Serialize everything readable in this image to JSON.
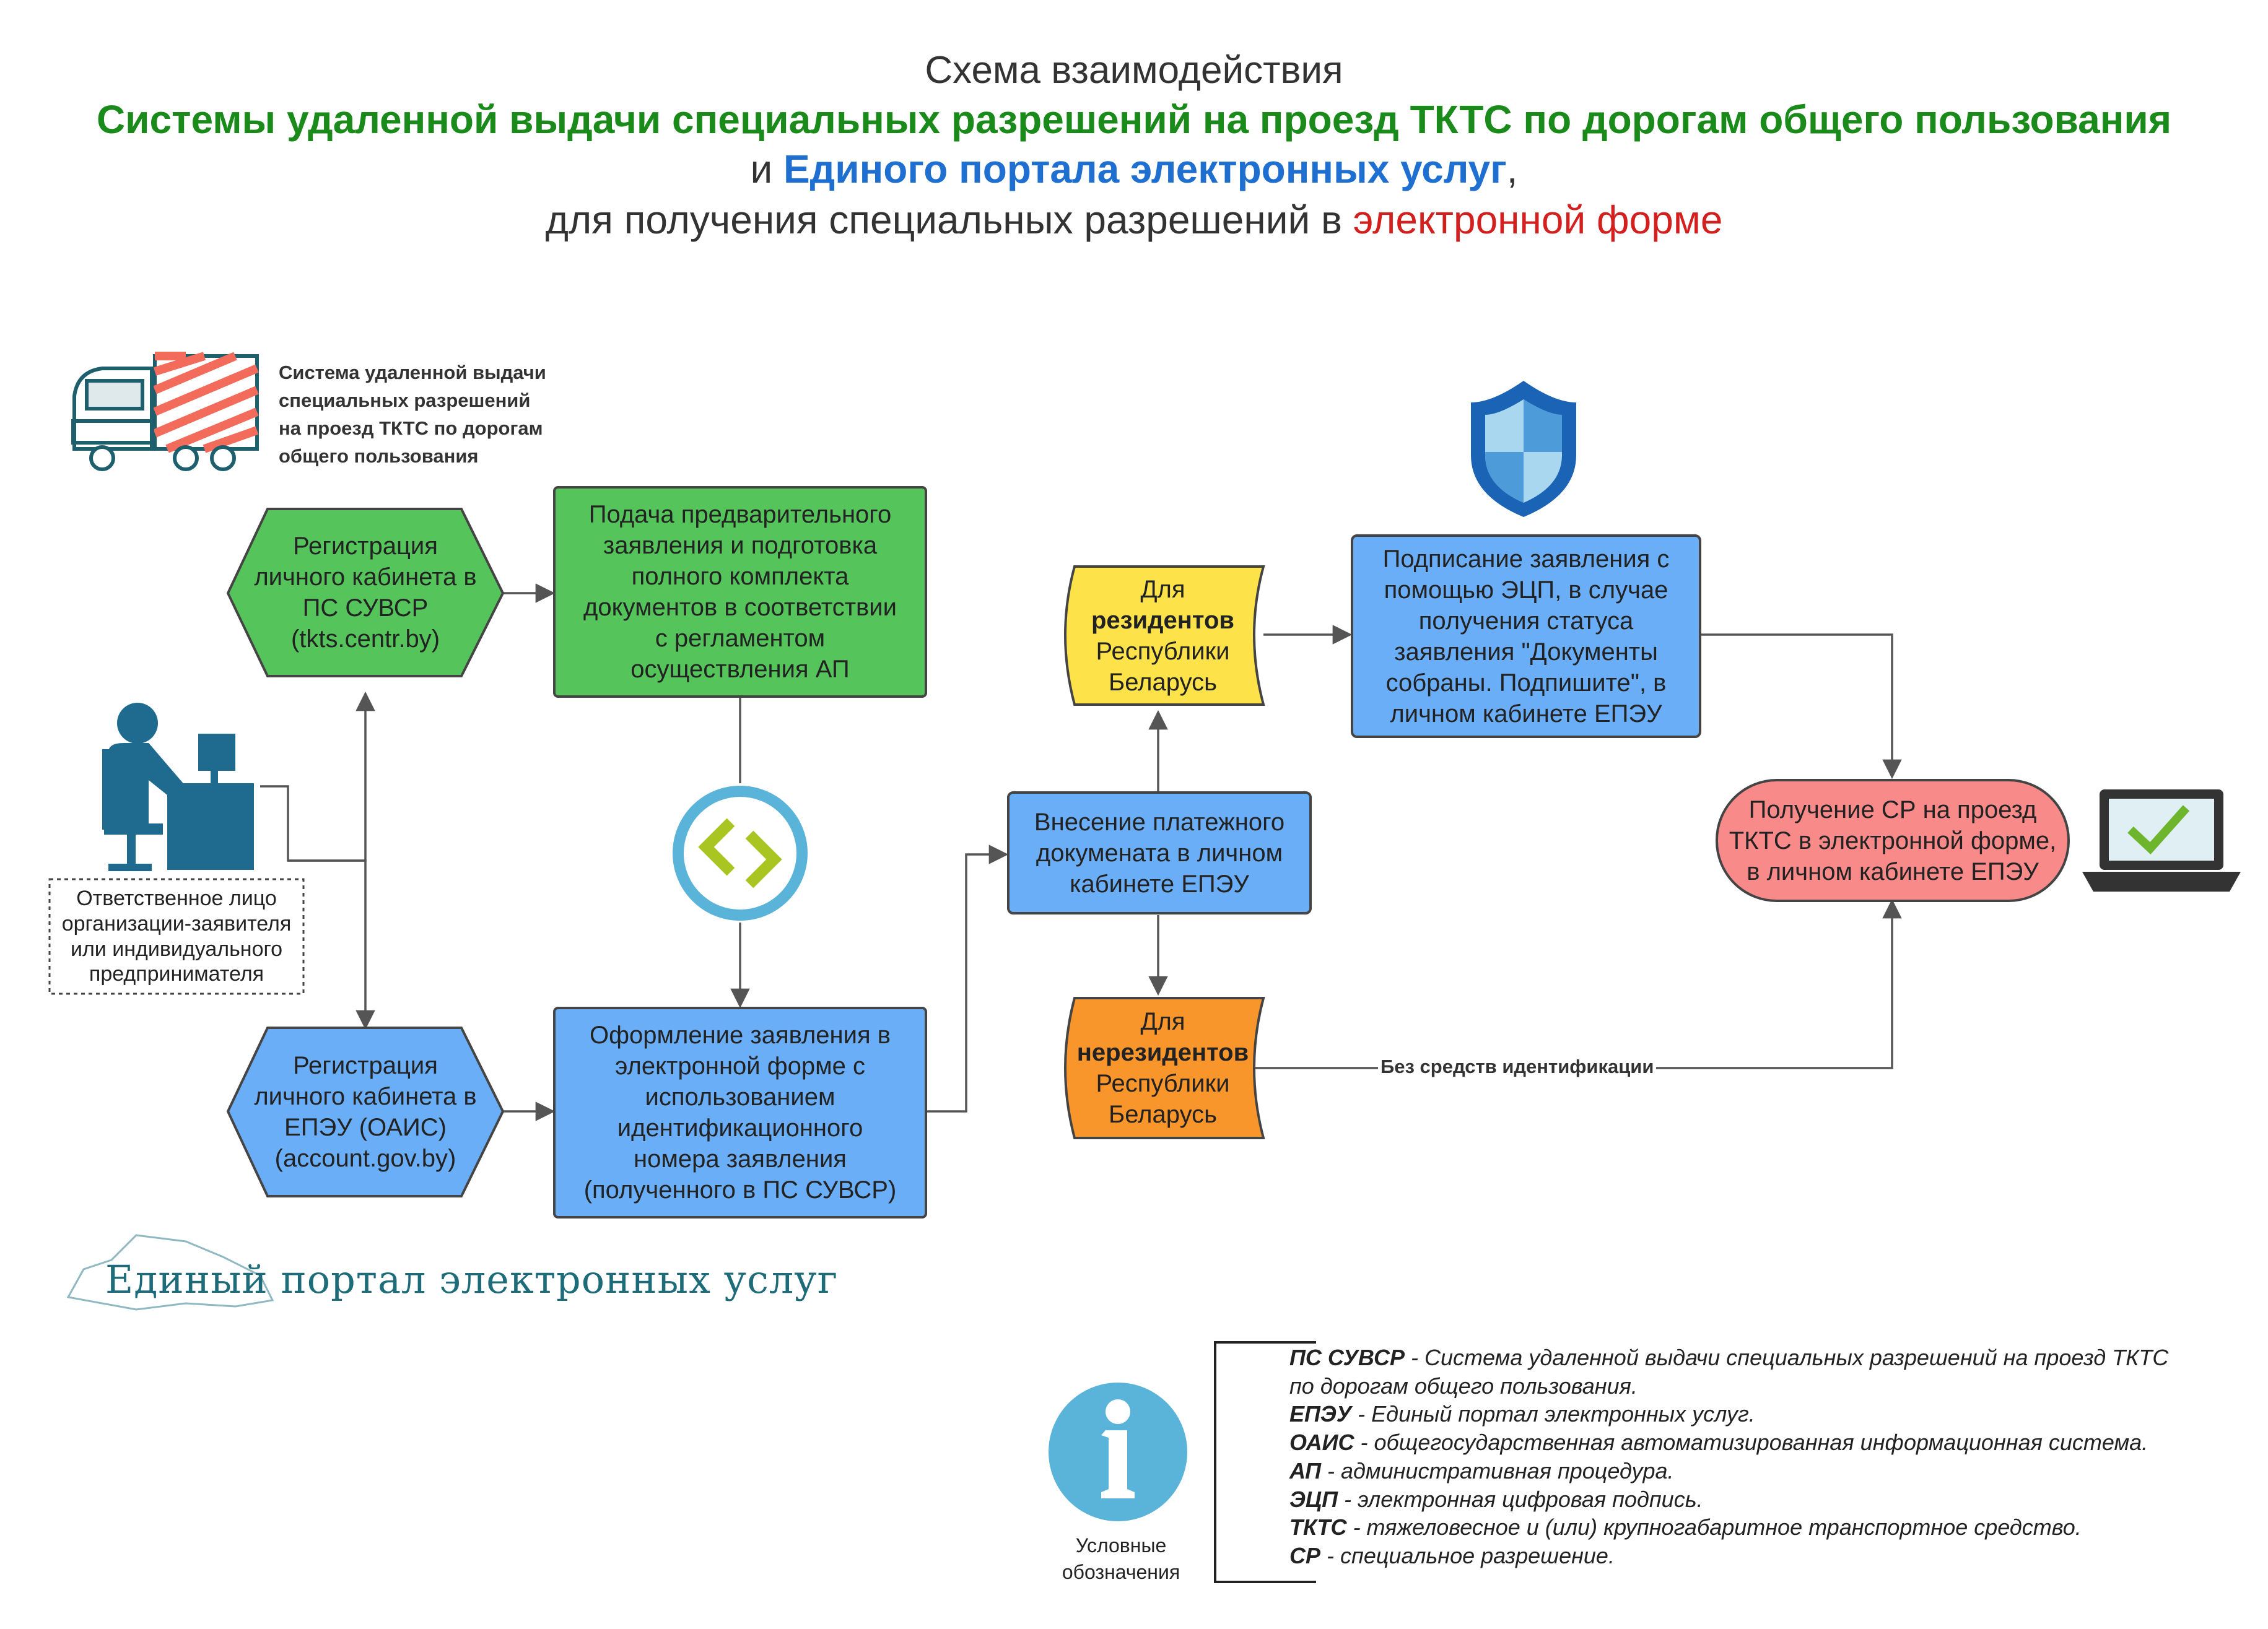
{
  "title": {
    "line1": "Схема взаимодействия",
    "line2": "Системы удаленной выдачи специальных разрешений на проезд ТКТС по дорогам общего пользования",
    "line3_prefix": "и ",
    "line3_bold": "Единого портала электронных услуг",
    "line3_suffix": ",",
    "line4_prefix": "для получения специальных разрешений в ",
    "line4_red": "электронной форме"
  },
  "system_label": "Система удаленной выдачи\nспециальных разрешений\nна проезд ТКТС по дорогам\nобщего пользования",
  "person_label": "Ответственное лицо\nорганизации-заявителя\nили индивидуального\nпредпринимателя",
  "nodes": {
    "reg_suvsr": "Регистрация\nличного кабинета в\nПС СУВСР\n(tkts.centr.by)",
    "reg_epeu": "Регистрация\nличного кабинета в\nЕПЭУ (ОАИС)\n(account.gov.by)",
    "pre_app": "Подача предварительного\nзаявления и подготовка\nполного комплекта\nдокументов в соответствии\nс регламентом\nосуществления АП",
    "e_app": "Оформление заявления в\nэлектронной форме с\nиспользованием\nидентификационного\nномера заявления\n(полученного в ПС СУВСР)",
    "payment": "Внесение платежного\nдокумената в личном\nкабинете ЕПЭУ",
    "residents_pre": "Для",
    "residents_bold": "резидентов",
    "residents_post": "Республики\nБеларусь",
    "nonres_pre": "Для",
    "nonres_bold": "нерезидентов",
    "nonres_post": "Республики\nБеларусь",
    "sign": "Подписание заявления с\nпомощью ЭЦП, в случае\nполучения статуса\nзаявления \"Документы\nсобраны. Подпишите\", в\nличном кабинете ЕПЭУ",
    "receive": "Получение СР на проезд\nТКТС в электронной форме,\nв личном кабинете ЕПЭУ"
  },
  "edge_label_no_id": "Без средств идентификации",
  "portal_logo": "Единый портал электронных услуг",
  "legend": {
    "caption": "Условные\nобозначения",
    "items": [
      {
        "term": "ПС СУВСР",
        "desc": " - Система удаленной выдачи специальных разрешений на проезд ТКТС"
      },
      {
        "term": "",
        "desc": "по дорогам общего пользования."
      },
      {
        "term": "ЕПЭУ",
        "desc": " - Единый портал электронных услуг."
      },
      {
        "term": "ОАИС",
        "desc": " - общегосударственная автоматизированная информационная система."
      },
      {
        "term": "АП",
        "desc": " - административная процедура."
      },
      {
        "term": "ЭЦП",
        "desc": " - электронная цифровая подпись."
      },
      {
        "term": "ТКТС",
        "desc": " - тяжеловесное и (или) крупногабаритное транспортное средство."
      },
      {
        "term": "СР",
        "desc": " - специальное разрешение."
      }
    ]
  },
  "colors": {
    "green_box": "#54c45b",
    "blue_box": "#6aaef7",
    "yellow_box": "#fde24a",
    "orange_box": "#f8952b",
    "red_pill": "#f88a8a",
    "stroke": "#555555",
    "title_green": "#1a8a1a",
    "title_blue": "#1f6fd1",
    "title_red": "#d41f1f"
  }
}
